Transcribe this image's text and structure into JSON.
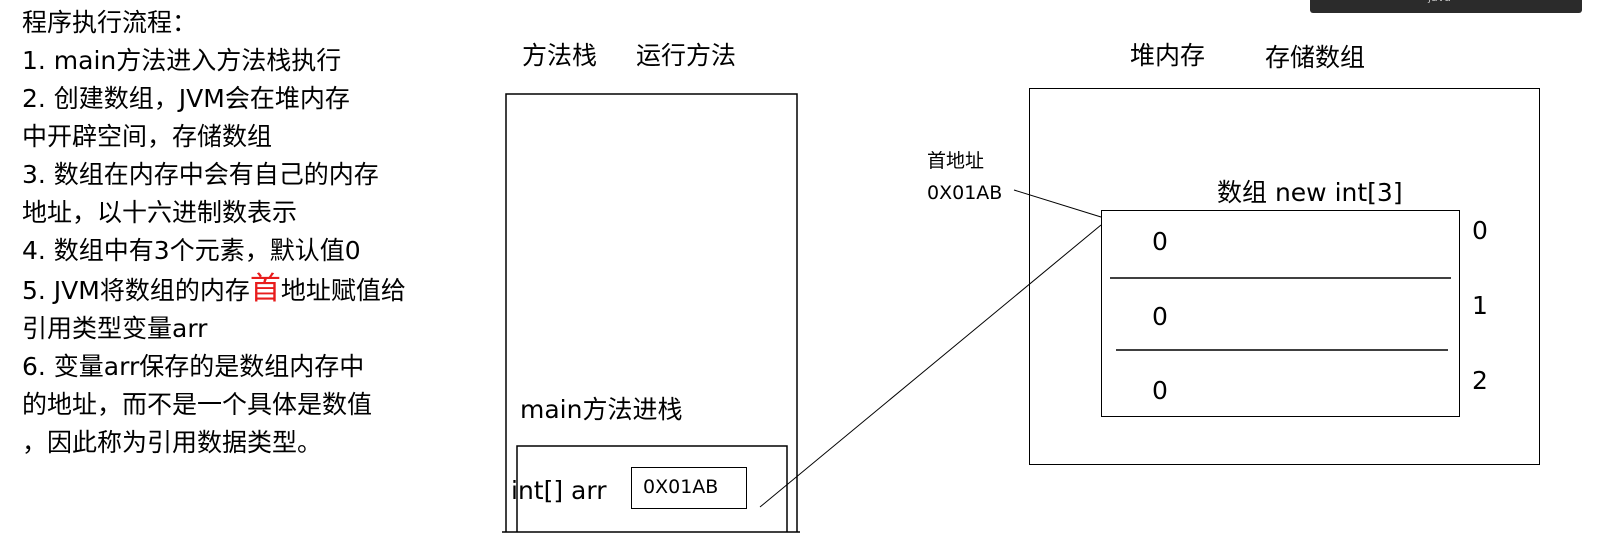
{
  "tab": {
    "label": "java"
  },
  "steps": {
    "title": "程序执行流程：",
    "s1": "1. main方法进入方法栈执行",
    "s2a": "2. 创建数组，JVM会在堆内存",
    "s2b": "中开辟空间，存储数组",
    "s3a": "3. 数组在内存中会有自己的内存",
    "s3b": "地址，以十六进制数表示",
    "s4": "4. 数组中有3个元素，默认值0",
    "s5a_pre": "5. JVM将数组的内存",
    "s5a_hl": "首",
    "s5a_post": "地址赋值给",
    "s5b": "引用类型变量arr",
    "s6a": "6. 变量arr保存的是数组内存中",
    "s6b": "的地址，而不是一个具体是数值",
    "s6c": "，因此称为引用数据类型。"
  },
  "stack": {
    "title": "方法栈",
    "subtitle": "运行方法",
    "frame_label": "main方法进栈",
    "var_name": "int[] arr",
    "var_value": "0X01AB"
  },
  "heap": {
    "title": "堆内存",
    "subtitle": "存储数组",
    "array_label": "数组 new int[3]",
    "addr_label": "首地址",
    "addr_value": "0X01AB",
    "cells": [
      "0",
      "0",
      "0"
    ],
    "indices": [
      "0",
      "1",
      "2"
    ]
  },
  "colors": {
    "highlight": "#e81c1c",
    "stroke": "#000000"
  }
}
